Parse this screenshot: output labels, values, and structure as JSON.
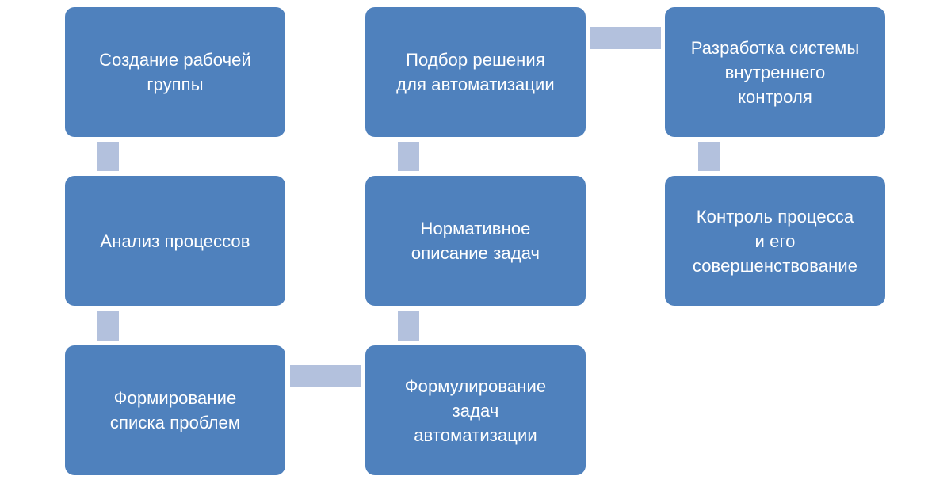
{
  "diagram": {
    "type": "process-flow",
    "colors": {
      "step_fill": "#4f81bd",
      "connector_fill": "#b3c1dd",
      "text": "#ffffff",
      "background": "#ffffff"
    },
    "steps": [
      {
        "id": 1,
        "label": "Создание рабочей\nгруппы"
      },
      {
        "id": 2,
        "label": "Анализ процессов"
      },
      {
        "id": 3,
        "label": "Формирование\nсписка проблем"
      },
      {
        "id": 4,
        "label": "Подбор решения\nдля автоматизации"
      },
      {
        "id": 5,
        "label": "Нормативное\nописание задач"
      },
      {
        "id": 6,
        "label": "Формулирование\nзадач\nавтоматизации"
      },
      {
        "id": 7,
        "label": "Разработка системы\nвнутреннего\nконтроля"
      },
      {
        "id": 8,
        "label": "Контроль процесса\nи его\nсовершенствование"
      }
    ],
    "flow": [
      {
        "from": 1,
        "to": 2
      },
      {
        "from": 2,
        "to": 3
      },
      {
        "from": 3,
        "to": 6
      },
      {
        "from": 6,
        "to": 5
      },
      {
        "from": 5,
        "to": 4
      },
      {
        "from": 4,
        "to": 7
      },
      {
        "from": 7,
        "to": 8
      }
    ]
  }
}
